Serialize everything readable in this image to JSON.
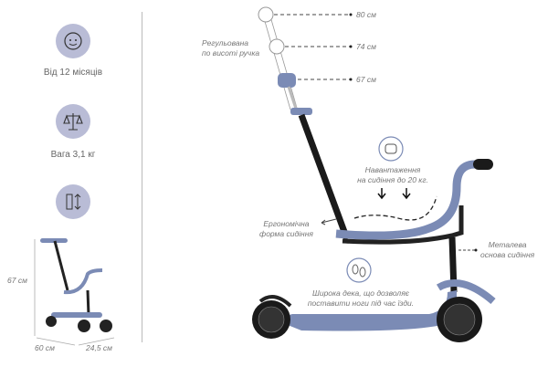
{
  "features": [
    {
      "icon": "baby-face-icon",
      "label": "Від 12 місяців"
    },
    {
      "icon": "scales-icon",
      "label": "Вага 3,1 кг"
    },
    {
      "icon": "ruler-height-icon",
      "label": ""
    }
  ],
  "dimensions": {
    "height": "67 см",
    "length": "60 см",
    "width": "24,5 см"
  },
  "handle_heights": [
    "80 см",
    "74 см",
    "67 см"
  ],
  "annotations": {
    "handle": [
      "Регульована",
      "по висоті ручка"
    ],
    "seat_load": [
      "Навантаження",
      "на сидіння до 20 кг."
    ],
    "seat_shape": [
      "Ергономічна",
      "форма сидіння"
    ],
    "seat_base": [
      "Металева",
      "основа сидіння"
    ],
    "deck": [
      "Широка дека, що дозволяє",
      "поставити ноги під час їзди."
    ]
  },
  "colors": {
    "accent": "#7b8bb5",
    "icon_bg": "#b9bcd6",
    "dark": "#1a1a1a"
  }
}
